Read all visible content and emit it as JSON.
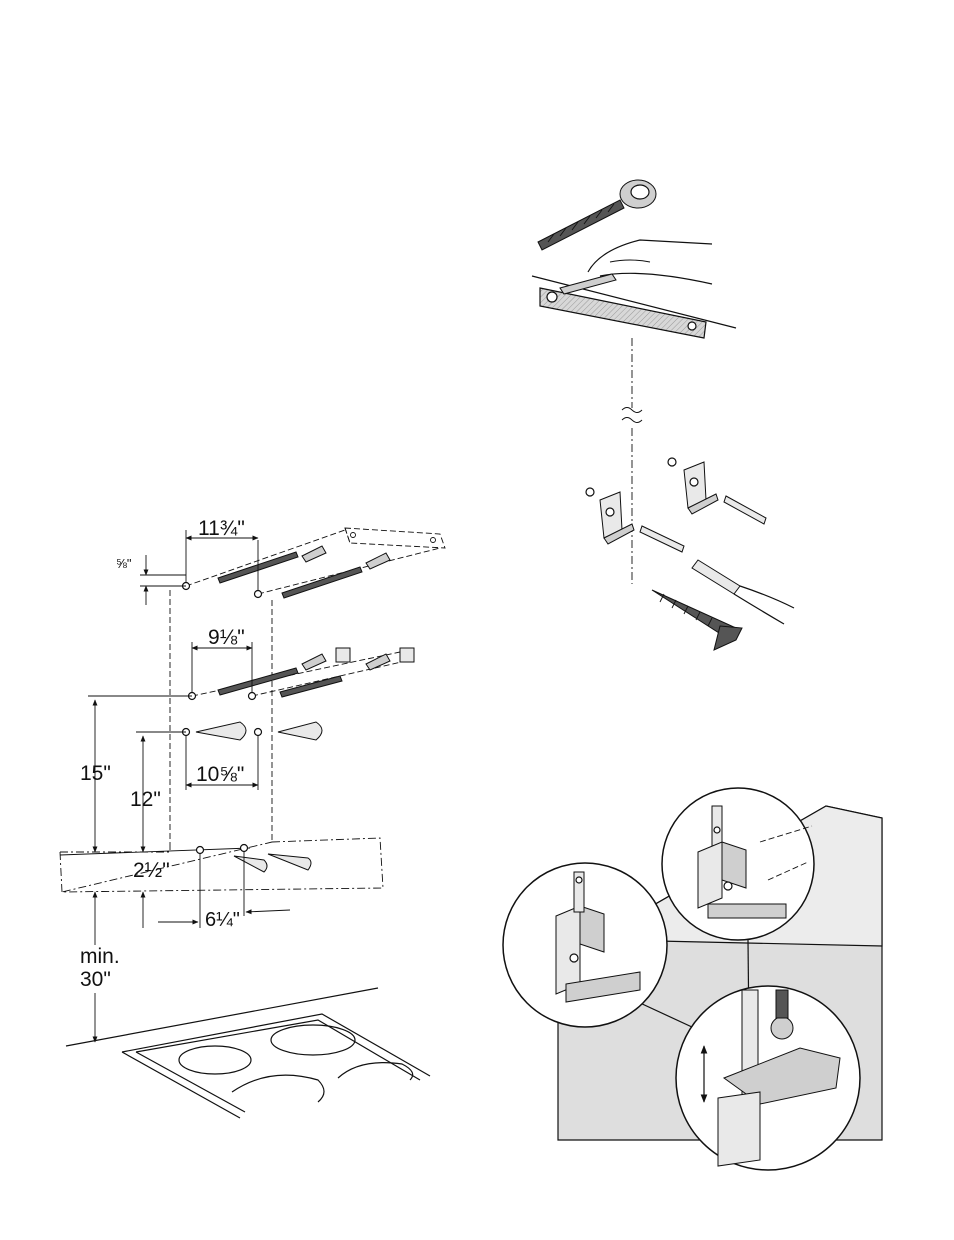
{
  "left_diagram": {
    "dimensions": {
      "top_width": "11¾\"",
      "top_offset": "⅝\"",
      "second_width": "9⅛\"",
      "third_width": "10⅝\"",
      "height_outer": "15\"",
      "height_inner": "12\"",
      "lower_offset": "2½\"",
      "bottom_width": "6¼\""
    },
    "min_height_label": "min.",
    "min_height_value": "30\""
  }
}
